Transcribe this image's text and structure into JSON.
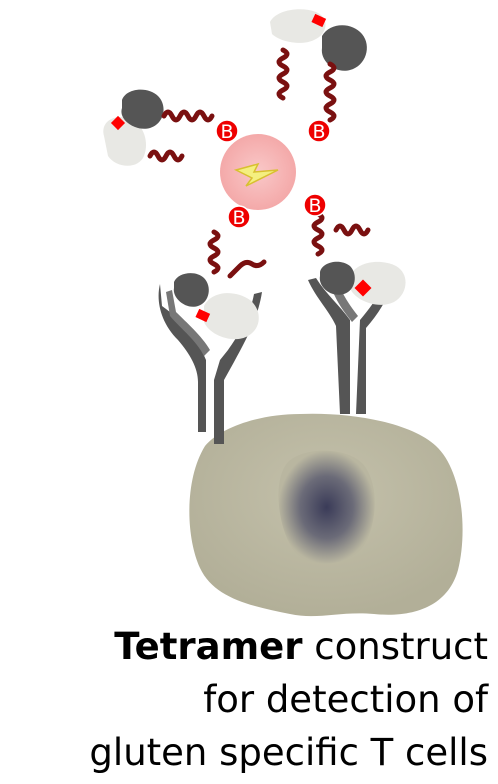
{
  "diagram": {
    "biotin_label": "B",
    "colors": {
      "cell": "#b9b6a0",
      "nucleus": "#5d5e70",
      "receptor": "#555555",
      "mhc_light": "#e8e8e4",
      "mhc_dark": "#555555",
      "peptide": "#ff0000",
      "coil": "#7a1010",
      "biotin": "#ee0000",
      "streptavidin": "#f7b7b7",
      "fluor": "#f4ef80"
    }
  },
  "caption": {
    "bold": "Tetramer",
    "line1_rest": " construct",
    "line2": "for detection of",
    "line3": "gluten specific T cells"
  }
}
